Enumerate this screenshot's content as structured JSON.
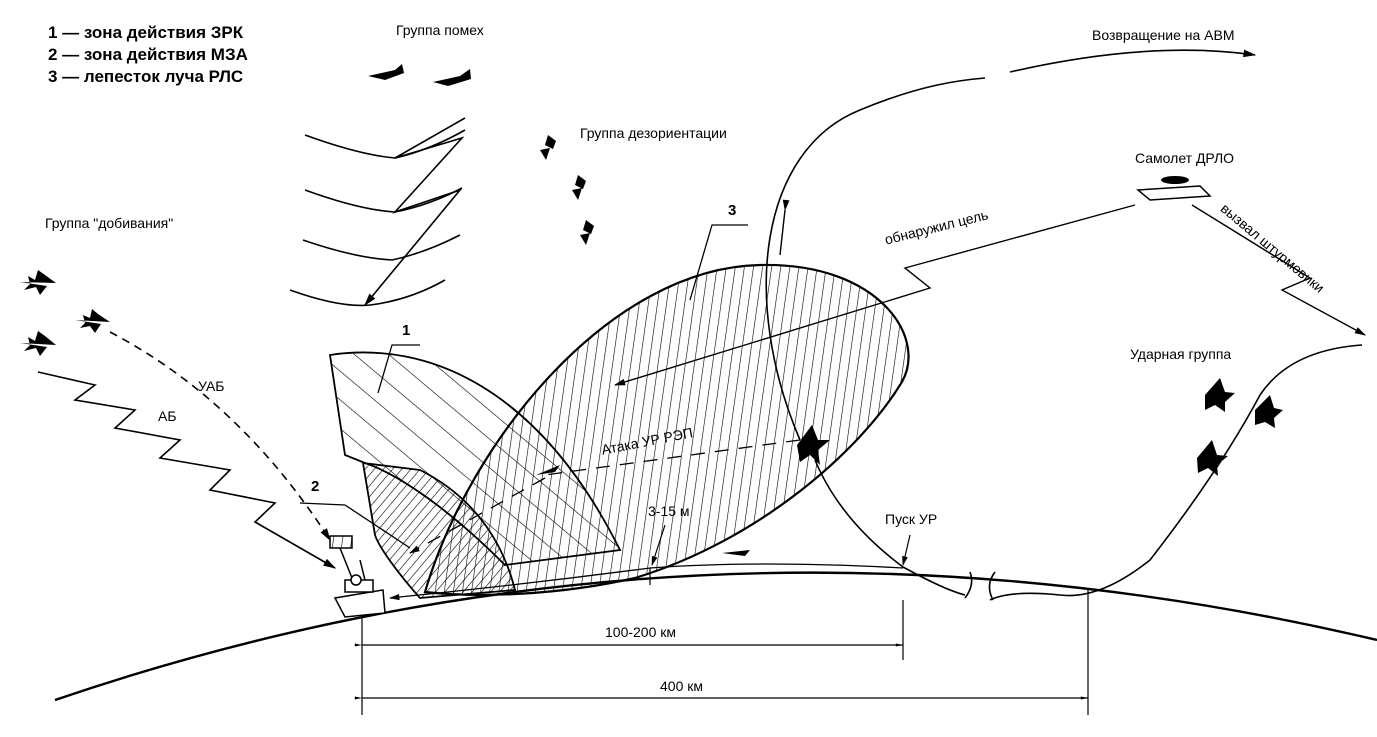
{
  "legend": [
    "1 — зона действия ЗРК",
    "2 — зона действия МЗА",
    "3 — лепесток луча РЛС"
  ],
  "labels": {
    "jammers": "Группа помех",
    "disorientation": "Группа дезориентации",
    "finishing": "Группа \"добивания\"",
    "return": "Возвращение на АВМ",
    "awacs": "Самолет ДРЛО",
    "detected": "обнаружил цель",
    "called": "вызвал штурмовики",
    "strike": "Ударная группа",
    "uab": "УАБ",
    "ab": "АБ",
    "attack": "Атака УР РЭП",
    "altitude": "3-15 м",
    "launch": "Пуск УР",
    "range1": "100-200 км",
    "range2": "400 км"
  },
  "zone_numbers": [
    "1",
    "2",
    "3"
  ],
  "colors": {
    "ink": "#000000",
    "paper": "#ffffff"
  }
}
